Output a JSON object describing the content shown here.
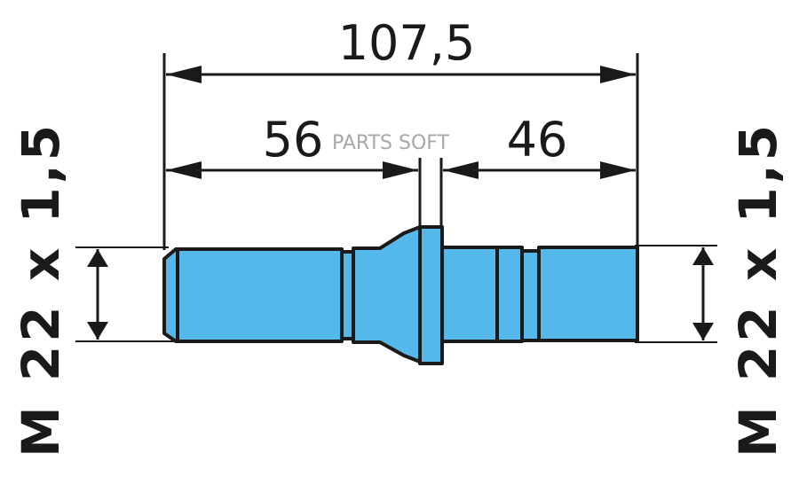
{
  "dimensions": {
    "overall_length": "107,5",
    "left_length": "56",
    "right_length": "46"
  },
  "thread_left": "M 22 x 1,5",
  "thread_right": "M 22 x 1,5",
  "watermark": "PARTS SOFT",
  "colors": {
    "part_fill": "#55b8ea",
    "outline": "#1a1a1a"
  }
}
